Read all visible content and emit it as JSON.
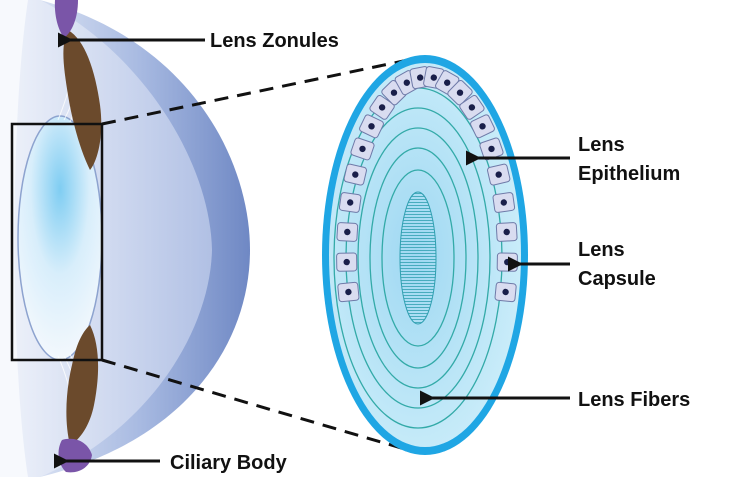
{
  "labels": {
    "lens_zonules": "Lens Zonules",
    "lens_epithelium_line1": "Lens",
    "lens_epithelium_line2": "Epithelium",
    "lens_capsule_line1": "Lens",
    "lens_capsule_line2": "Capsule",
    "lens_fibers": "Lens Fibers",
    "ciliary_body": "Ciliary Body"
  },
  "colors": {
    "capsule": "#1fa6e4",
    "epithelial_cell": "#d9dcf0",
    "nucleus": "#1a1f4a",
    "fiber_line": "#33aaa8",
    "zonule_brown": "#6b4a2c",
    "ciliary_purple": "#7a55a8",
    "eye_blue": "#8fa6d6"
  },
  "icons": [
    "arrow-icon",
    "zoom-box-icon",
    "dashed-callout-icon"
  ]
}
